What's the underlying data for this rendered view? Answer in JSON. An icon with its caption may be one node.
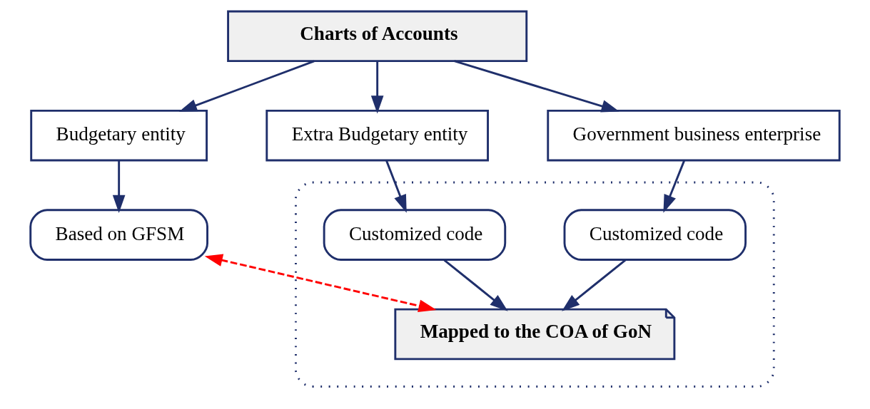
{
  "diagram": {
    "nodes": [
      {
        "text": [
          "Charts of Accounts"
        ]
      },
      {
        "text": [
          "Budgetary entity"
        ]
      },
      {
        "text": [
          "Extra Budgetary entity"
        ]
      },
      {
        "text": [
          "Government business enterprise"
        ]
      },
      {
        "text": [
          "Based on GFSM"
        ]
      },
      {
        "text": [],
        "shape": "box"
      },
      {
        "text": [
          "Customized code"
        ],
        "in": 5
      },
      {
        "text": [
          "Customized code"
        ],
        "in": 5
      },
      {
        "text": [
          "Mapped to the COA of GoN"
        ],
        "in": 5
      }
    ],
    "edges": [
      {
        "from": 0,
        "to": 1,
        "arrow": "to"
      },
      {
        "from": 0,
        "to": 2,
        "arrow": "to"
      },
      {
        "from": 0,
        "to": 3,
        "arrow": "to"
      },
      {
        "from": 1,
        "to": 4,
        "arrow": "to"
      },
      {
        "from": 2,
        "to": 6,
        "arrow": "to"
      },
      {
        "from": 3,
        "to": 7,
        "arrow": "to"
      },
      {
        "from": 6,
        "to": 8,
        "arrow": "to"
      },
      {
        "from": 7,
        "to": 8,
        "arrow": "to"
      },
      {
        "from": 4,
        "to": 8,
        "arrow": "both",
        "style": "dashed",
        "color": "#ff0000"
      }
    ]
  }
}
